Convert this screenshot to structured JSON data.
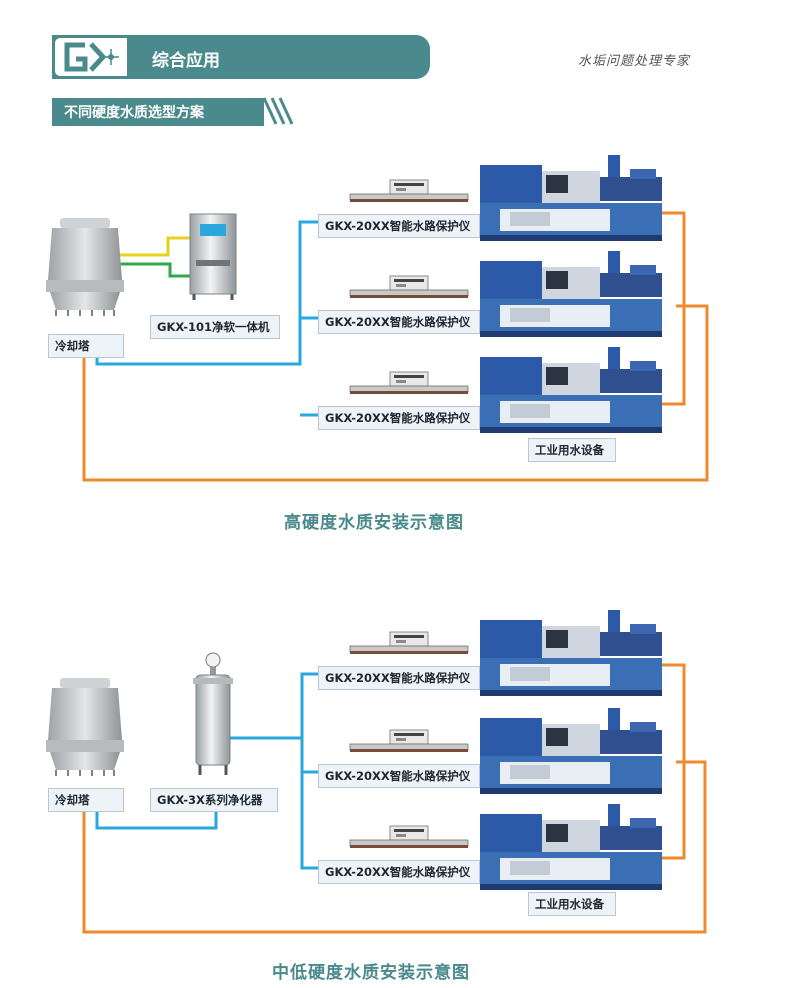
{
  "header": {
    "title": "综合应用",
    "tagline": "水垢问题处理专家",
    "subtitle": "不同硬度水质选型方案"
  },
  "diagram1": {
    "cooling_tower": "冷却塔",
    "softener": "GKX-101净软一体机",
    "protectors": [
      "GKX-20XX智能水路保护仪",
      "GKX-20XX智能水路保护仪",
      "GKX-20XX智能水路保护仪"
    ],
    "equipment": "工业用水设备",
    "caption": "高硬度水质安装示意图"
  },
  "diagram2": {
    "cooling_tower": "冷却塔",
    "purifier": "GKX-3X系列净化器",
    "protectors": [
      "GKX-20XX智能水路保护仪",
      "GKX-20XX智能水路保护仪",
      "GKX-20XX智能水路保护仪"
    ],
    "equipment": "工业用水设备",
    "caption": "中低硬度水质安装示意图"
  },
  "colors": {
    "brand": "#4a8a8c",
    "blue_pipe": "#2aa7dc",
    "orange_pipe": "#f08a2e",
    "yellow_pipe": "#e8d21e",
    "green_pipe": "#2ea84a",
    "machine_blue": "#2d5aa8"
  }
}
